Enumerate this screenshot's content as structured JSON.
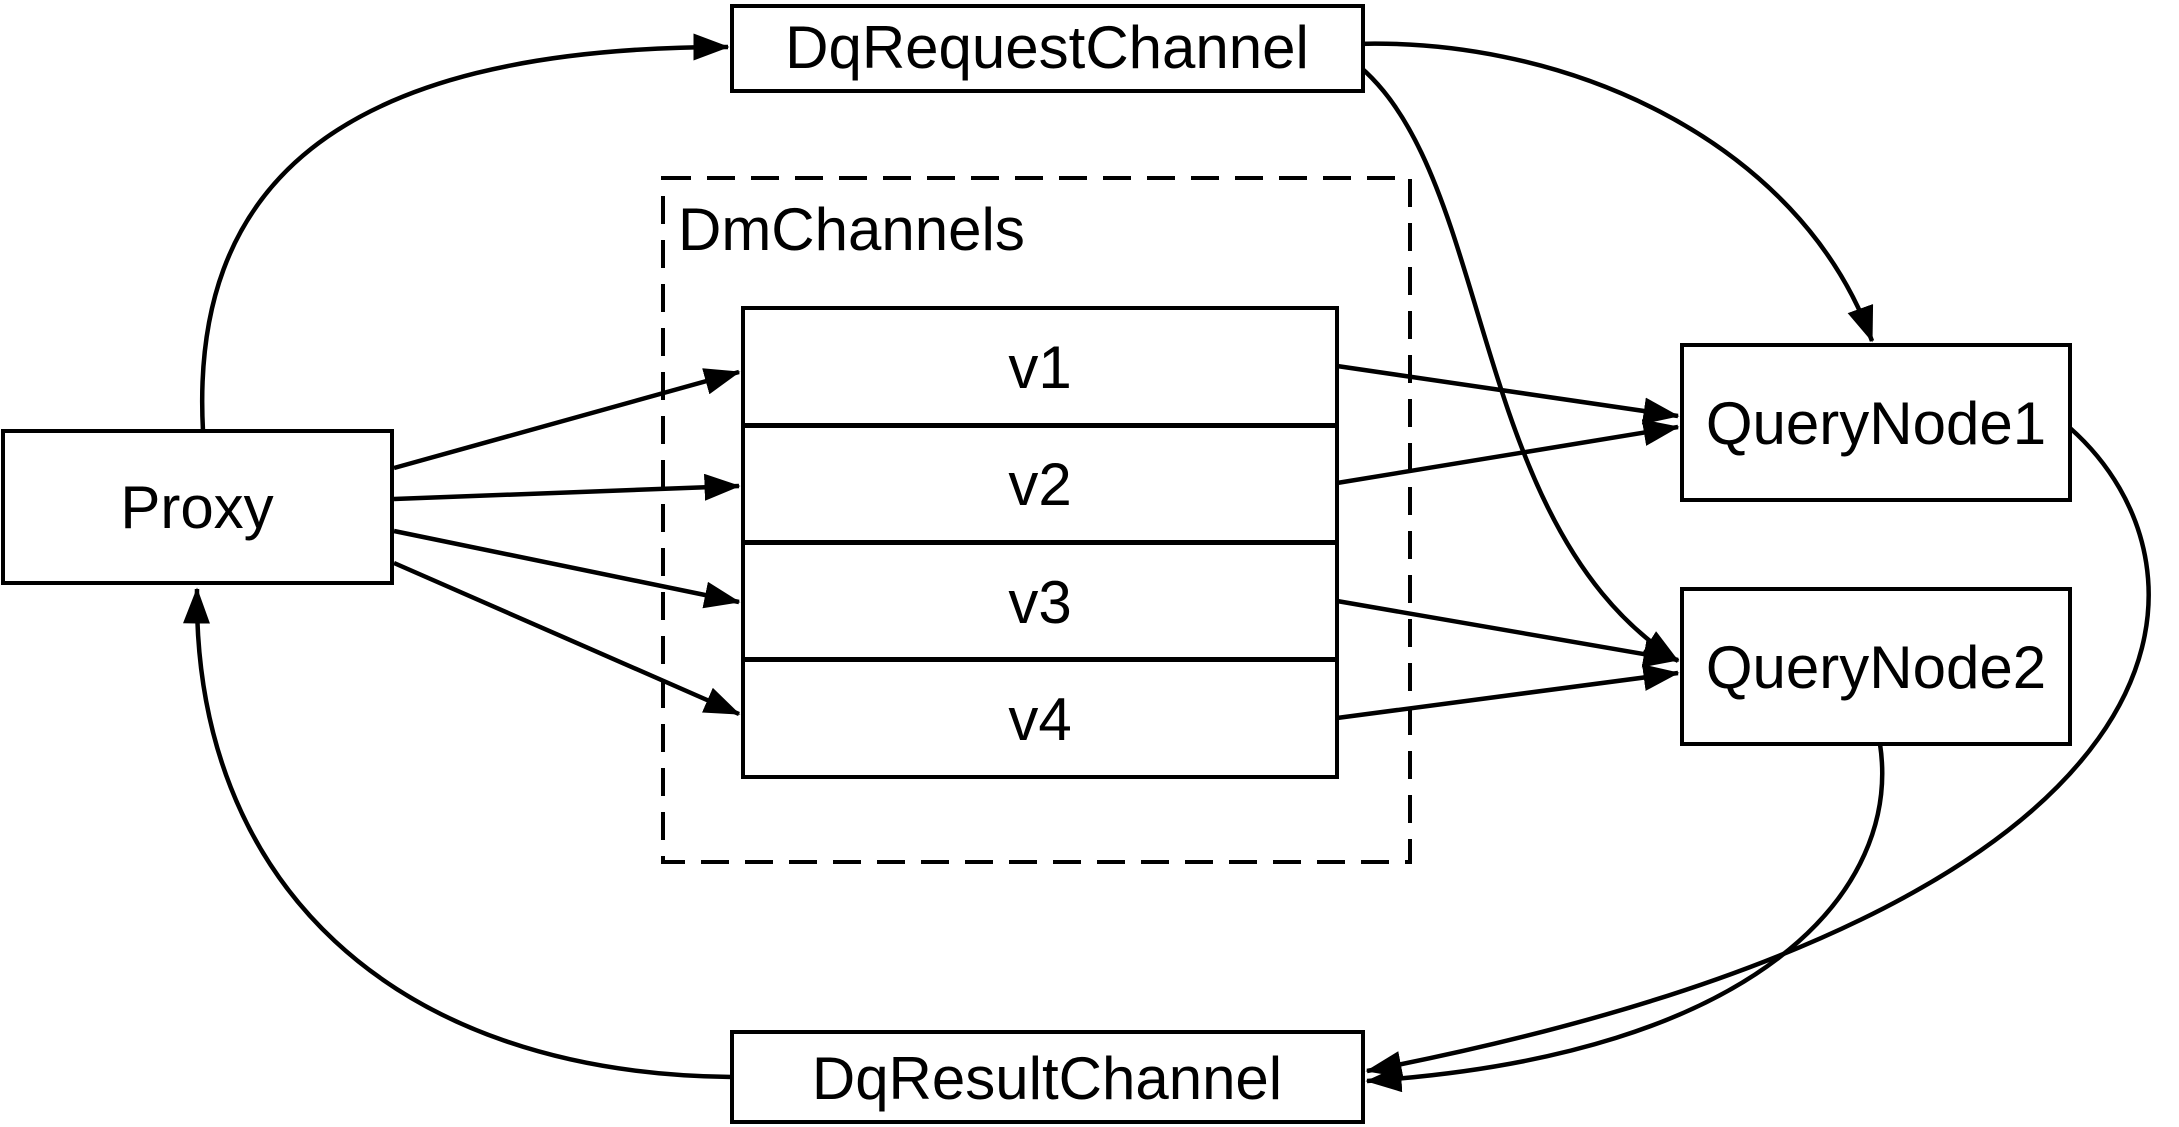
{
  "diagram": {
    "background_color": "#ffffff",
    "stroke_color": "#000000",
    "nodes": {
      "proxy": {
        "label": "Proxy"
      },
      "dq_request_channel": {
        "label": "DqRequestChannel"
      },
      "dm_channels": {
        "label": "DmChannels",
        "items": [
          {
            "label": "v1"
          },
          {
            "label": "v2"
          },
          {
            "label": "v3"
          },
          {
            "label": "v4"
          }
        ]
      },
      "query_node1": {
        "label": "QueryNode1"
      },
      "query_node2": {
        "label": "QueryNode2"
      },
      "dq_result_channel": {
        "label": "DqResultChannel"
      }
    },
    "edges": [
      {
        "from": "Proxy",
        "to": "DqRequestChannel"
      },
      {
        "from": "DqRequestChannel",
        "to": "QueryNode1"
      },
      {
        "from": "DqRequestChannel",
        "to": "QueryNode2"
      },
      {
        "from": "Proxy",
        "to": "v1"
      },
      {
        "from": "Proxy",
        "to": "v2"
      },
      {
        "from": "Proxy",
        "to": "v3"
      },
      {
        "from": "Proxy",
        "to": "v4"
      },
      {
        "from": "v1",
        "to": "QueryNode1"
      },
      {
        "from": "v2",
        "to": "QueryNode1"
      },
      {
        "from": "v3",
        "to": "QueryNode2"
      },
      {
        "from": "v4",
        "to": "QueryNode2"
      },
      {
        "from": "QueryNode1",
        "to": "DqResultChannel"
      },
      {
        "from": "QueryNode2",
        "to": "DqResultChannel"
      },
      {
        "from": "DqResultChannel",
        "to": "Proxy"
      }
    ]
  }
}
